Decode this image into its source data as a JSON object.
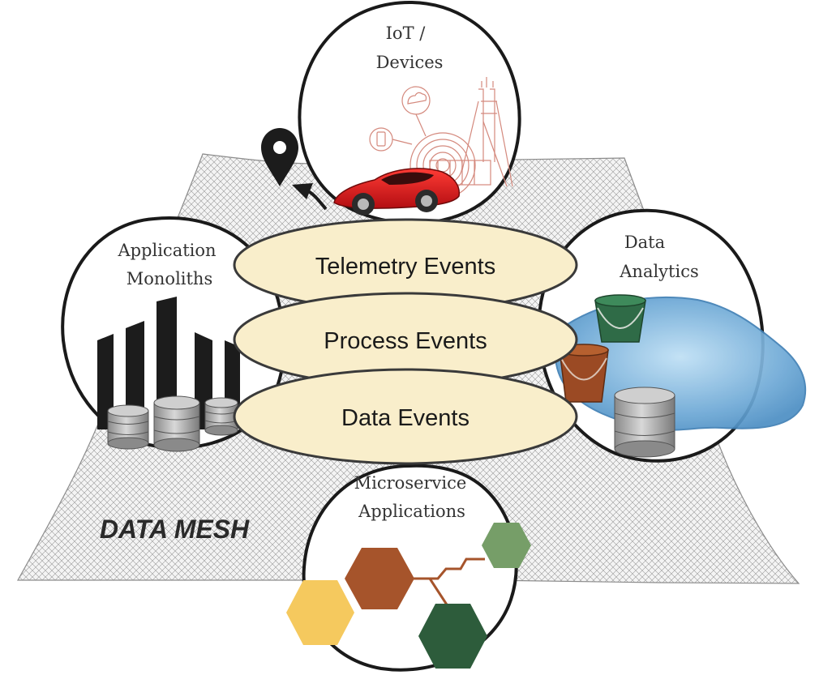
{
  "mesh": {
    "label": "DATA MESH"
  },
  "domains": {
    "iot": {
      "line1": "IoT /",
      "line2": "Devices"
    },
    "monoliths": {
      "line1": "Application",
      "line2": "Monoliths"
    },
    "analytics": {
      "line1": "Data",
      "line2": "Analytics"
    },
    "microservices": {
      "line1": "Microservice",
      "line2": "Applications"
    }
  },
  "events": [
    {
      "label": "Telemetry Events"
    },
    {
      "label": "Process Events"
    },
    {
      "label": "Data Events"
    }
  ],
  "colors": {
    "event_fill": "#f9eecb",
    "event_stroke": "#3a3a3a",
    "circle_stroke": "#1a1a1a",
    "mesh_fill": "#e6e6e6",
    "car": "#d8151b",
    "lake": "#7fb6de",
    "bucket_green": "#2f6b47",
    "bucket_rust": "#9b4a24",
    "hex_rust": "#a6542b",
    "hex_yellow": "#f5c95e",
    "hex_dark_green": "#2d5c3b",
    "hex_light_green": "#769e68"
  }
}
